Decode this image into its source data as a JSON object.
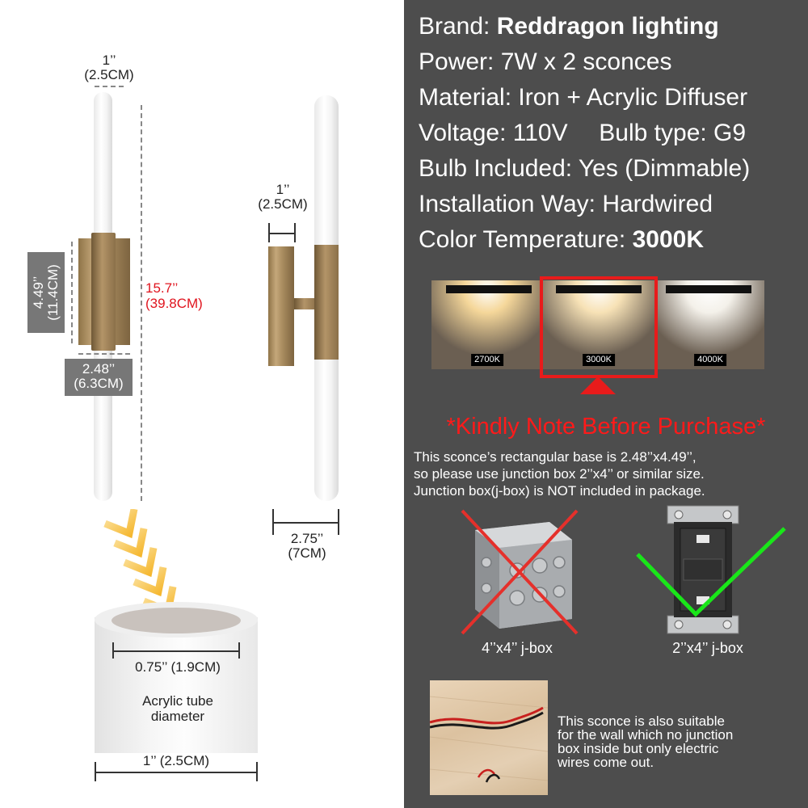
{
  "left_panel": {
    "top_tube_width_label": {
      "inch": "1’’",
      "cm": "(2.5CM)"
    },
    "height_label": {
      "inch": "15.7’’",
      "cm": "(39.8CM)"
    },
    "base_height_label": {
      "inch": "4.49’’",
      "cm": "(11.4CM)"
    },
    "base_width_label": {
      "inch": "2.48’’",
      "cm": "(6.3CM)"
    },
    "side_depth_label": {
      "inch": "1’’",
      "cm": "(2.5CM)"
    },
    "side_projection_label": {
      "inch": "2.75’’",
      "cm": "(7CM)"
    },
    "tube_inner_label": "0.75’’ (1.9CM)",
    "tube_caption_1": "Acrylic tube",
    "tube_caption_2": "diameter",
    "tube_outer_label": "1’’ (2.5CM)"
  },
  "specs": {
    "brand_label": "Brand:",
    "brand_value": "Reddragon lighting",
    "power": "Power: 7W x 2 sconces",
    "material": "Material: Iron + Acrylic Diffuser",
    "voltage": "Voltage: 110V",
    "bulb_type": "Bulb type: G9",
    "bulb_included": "Bulb Included: Yes (Dimmable)",
    "installation": "Installation Way: Hardwired",
    "color_temp_label": "Color Temperature:",
    "color_temp_value": "3000K"
  },
  "color_temps": [
    {
      "label": "2700K",
      "glow": "#f5d79a"
    },
    {
      "label": "3000K",
      "glow": "#f7e2b6"
    },
    {
      "label": "4000K",
      "glow": "#f4f1ea"
    }
  ],
  "selected_temp": "3000K",
  "note": {
    "title": "*Kindly Note Before Purchase*",
    "line1": "This sconce’s rectangular base is 2.48’’x4.49’’,",
    "line2": "so please use junction box 2’’x4’’ or similar size.",
    "line3": "Junction box(j-box) is NOT included in package."
  },
  "boxes": {
    "wrong_label": "4’’x4’’ j-box",
    "right_label": "2’’x4’’ j-box"
  },
  "wires_note": {
    "line1": "This sconce is also suitable",
    "line2": "for the wall which no junction",
    "line3": "box inside but only electric",
    "line4": "wires come out."
  },
  "colors": {
    "panel_dark": "#4d4d4d",
    "note_red": "#ff1a1a",
    "check_green": "#19e619",
    "cross_red": "#e5302b",
    "brass": "#b39468"
  }
}
